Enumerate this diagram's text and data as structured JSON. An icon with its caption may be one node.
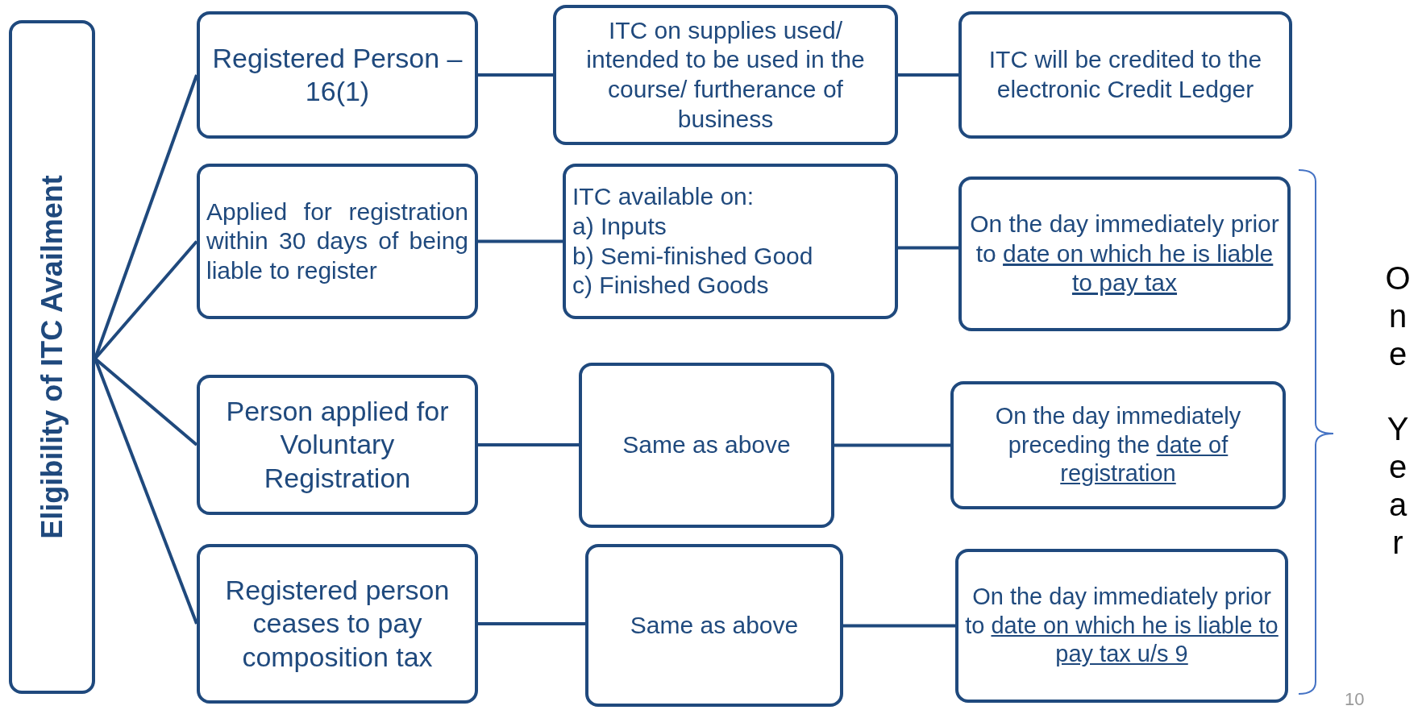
{
  "diagram": {
    "nodes": [
      {
        "text": [
          "Eligibility of ITC Availment"
        ]
      },
      {
        "text": [
          "Registered Person – 16(1)"
        ]
      },
      {
        "text": [
          "ITC on supplies used/ intended to be used in the course/ furtherance of business"
        ]
      },
      {
        "text": [
          "ITC will be credited to the electronic Credit Ledger"
        ]
      },
      {
        "text": [
          "Applied for registration within 30 days of being liable to register"
        ]
      },
      {
        "text": [
          "ITC available on:",
          "a) Inputs",
          "b) Semi-finished Good",
          "c) Finished Goods"
        ]
      },
      {
        "text": [
          "On the day immediately prior to",
          "date on which he is liable to pay tax"
        ]
      },
      {
        "text": [
          "Person applied for Voluntary Registration"
        ]
      },
      {
        "text": [
          "Same as above"
        ]
      },
      {
        "text": [
          "On the day immediately preceding the",
          "date of registration"
        ]
      },
      {
        "text": [
          "Registered person ceases to pay composition tax"
        ]
      },
      {
        "text": [
          "Same as above"
        ]
      },
      {
        "text": [
          "On the day immediately prior to",
          "date on which he is liable to pay tax u/s 9"
        ]
      }
    ],
    "edges": [
      {
        "from": 0,
        "to": 1,
        "arrow": "none"
      },
      {
        "from": 0,
        "to": 4,
        "arrow": "none"
      },
      {
        "from": 0,
        "to": 7,
        "arrow": "none"
      },
      {
        "from": 0,
        "to": 10,
        "arrow": "none"
      },
      {
        "from": 1,
        "to": 2,
        "arrow": "none"
      },
      {
        "from": 2,
        "to": 3,
        "arrow": "none"
      },
      {
        "from": 4,
        "to": 5,
        "arrow": "none"
      },
      {
        "from": 5,
        "to": 6,
        "arrow": "none"
      },
      {
        "from": 7,
        "to": 8,
        "arrow": "none"
      },
      {
        "from": 8,
        "to": 9,
        "arrow": "none"
      },
      {
        "from": 10,
        "to": 11,
        "arrow": "none"
      },
      {
        "from": 11,
        "to": 12,
        "arrow": "none"
      }
    ],
    "labels": [
      "One Year",
      "10"
    ]
  }
}
